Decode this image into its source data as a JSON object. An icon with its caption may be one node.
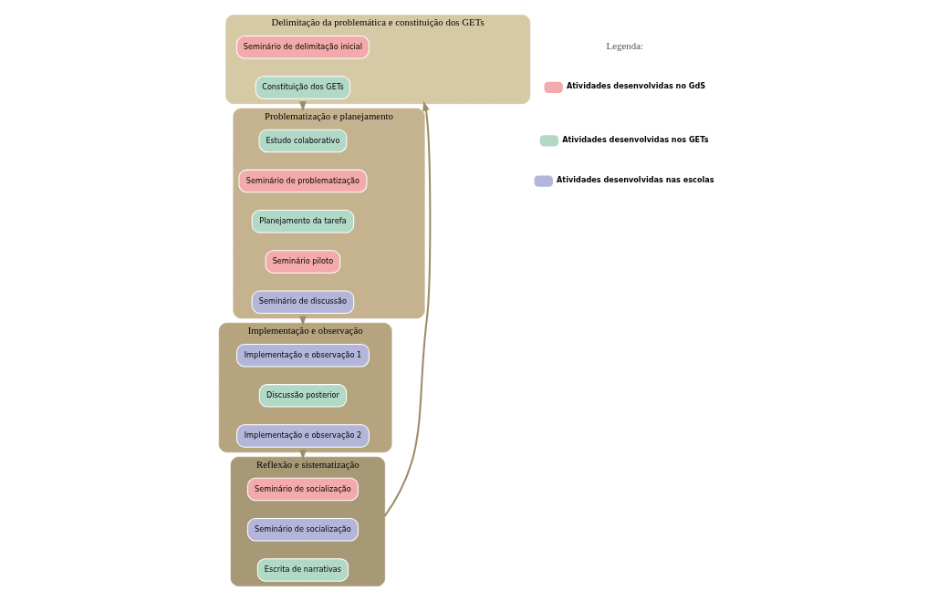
{
  "diagram": {
    "nodes": [
      {
        "text": [
          "Delimitação da problemática e constituição dos GETs"
        ]
      },
      {
        "text": [
          "Seminário de delimitação inicial"
        ],
        "in": 0
      },
      {
        "text": [
          "Constituição dos GETs"
        ],
        "in": 0
      },
      {
        "text": [
          "Problematização e planejamento"
        ]
      },
      {
        "text": [
          "Estudo colaborativo"
        ],
        "in": 3
      },
      {
        "text": [
          "Seminário de problematização"
        ],
        "in": 3
      },
      {
        "text": [
          "Planejamento da tarefa"
        ],
        "in": 3
      },
      {
        "text": [
          "Seminário piloto"
        ],
        "in": 3
      },
      {
        "text": [
          "Seminário de discussão"
        ],
        "in": 3
      },
      {
        "text": [
          "Implementação e observação"
        ]
      },
      {
        "text": [
          "Implementação e observação 1"
        ],
        "in": 9
      },
      {
        "text": [
          "Discussão posterior"
        ],
        "in": 9
      },
      {
        "text": [
          "Implementação e observação 2"
        ],
        "in": 9
      },
      {
        "text": [
          "Reflexão e sistematização"
        ]
      },
      {
        "text": [
          "Seminário de socialização"
        ],
        "in": 13
      },
      {
        "text": [
          "Seminário de socialização"
        ],
        "in": 13
      },
      {
        "text": [
          "Escrita de narrativas"
        ],
        "in": 13
      }
    ],
    "edges": [
      {
        "from": 0,
        "to": 3,
        "arrow": "to"
      },
      {
        "from": 3,
        "to": 9,
        "arrow": "to"
      },
      {
        "from": 9,
        "to": 13,
        "arrow": "to"
      },
      {
        "from": 13,
        "to": 0,
        "arrow": "to"
      }
    ],
    "labels": [
      "Legenda:"
    ],
    "legend": [
      {
        "text": "Atividades desenvolvidas no GdS",
        "color": "#f2aaaa"
      },
      {
        "text": "Atividades desenvolvidas nos GETs",
        "color": "#b2d8c6"
      },
      {
        "text": "Atividades desenvolvidas nas escolas",
        "color": "#b3b6d9"
      }
    ]
  }
}
